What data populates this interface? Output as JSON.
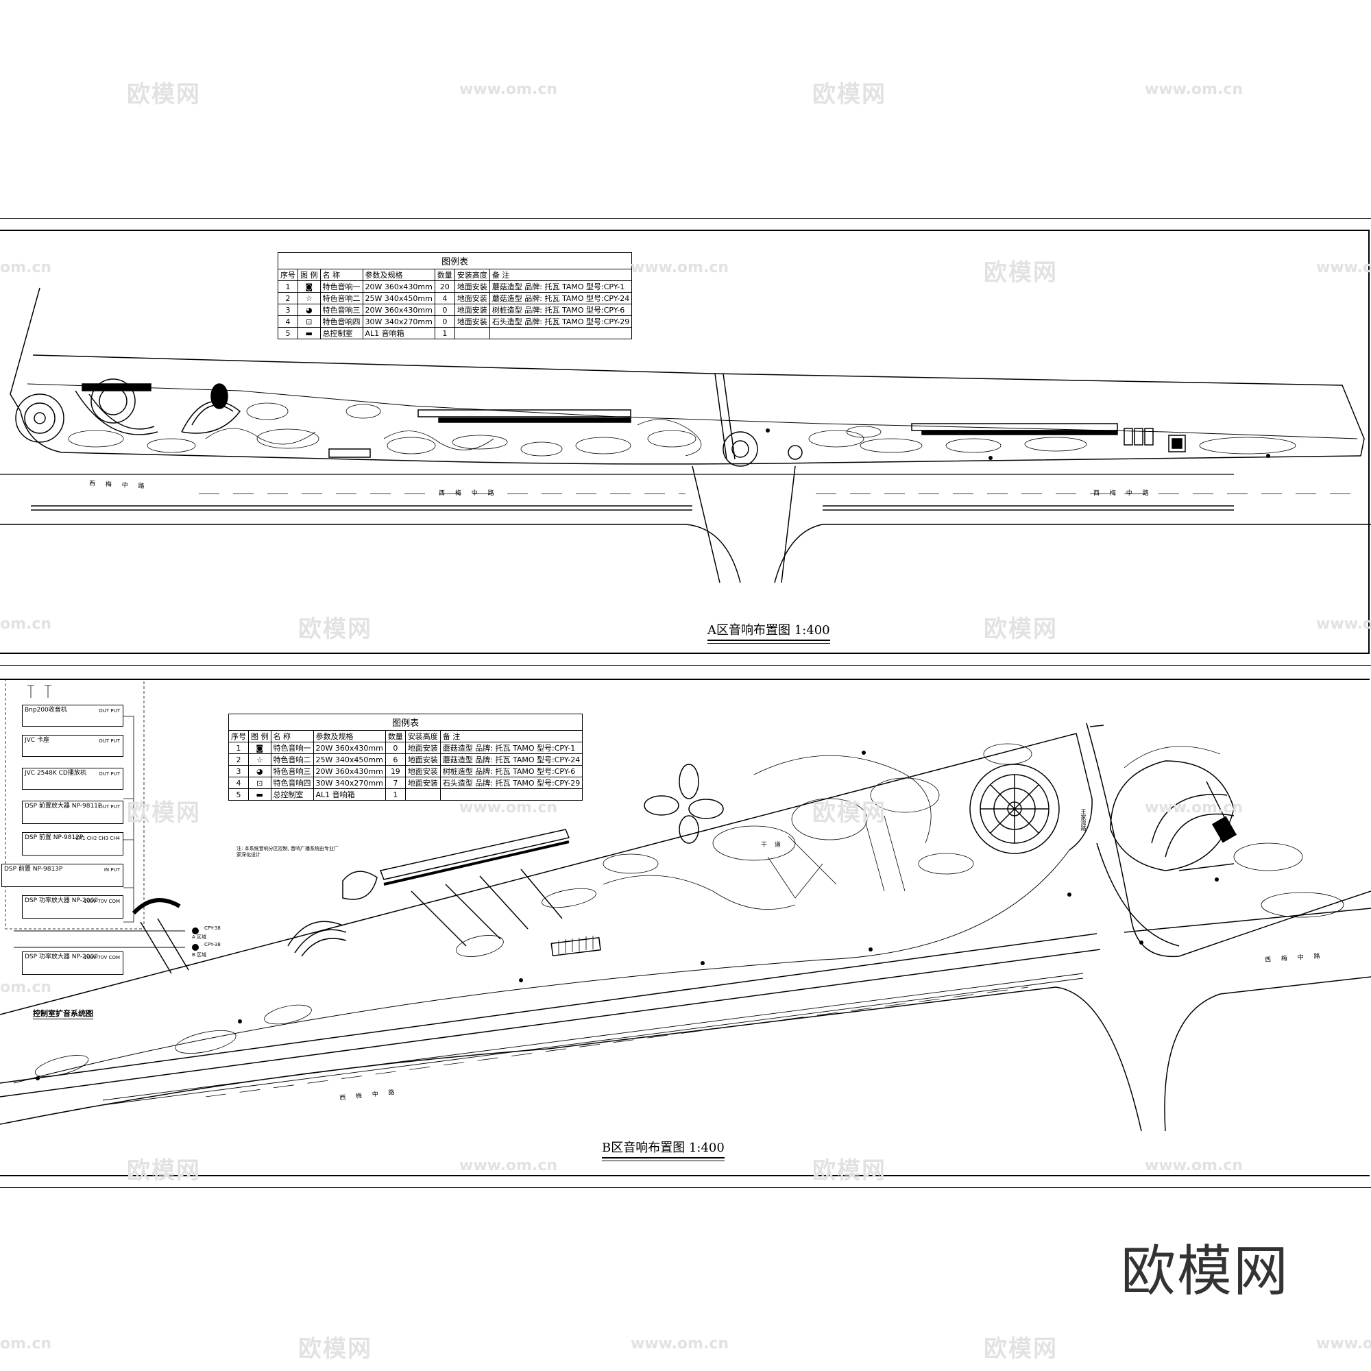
{
  "watermark": {
    "logo": "欧模网",
    "url": "www.om.cn",
    "partial_url": "om.cn"
  },
  "brand": "欧模网",
  "legend_headers": [
    "序号",
    "图 例",
    "名 称",
    "参数及规格",
    "数量",
    "安装高度",
    "备 注"
  ],
  "legend_a": {
    "caption": "图例表",
    "rows": [
      {
        "no": "1",
        "name": "特色音响一",
        "spec": "20W 360x430mm",
        "qty": "20",
        "height": "地面安装",
        "note": "蘑菇造型 品牌: 托瓦 TAMO 型号:CPY-1"
      },
      {
        "no": "2",
        "name": "特色音响二",
        "spec": "25W 340x450mm",
        "qty": "4",
        "height": "地面安装",
        "note": "蘑菇造型 品牌: 托瓦 TAMO 型号:CPY-24"
      },
      {
        "no": "3",
        "name": "特色音响三",
        "spec": "20W 360x430mm",
        "qty": "0",
        "height": "地面安装",
        "note": "树桩造型 品牌: 托瓦 TAMO 型号:CPY-6"
      },
      {
        "no": "4",
        "name": "特色音响四",
        "spec": "30W 340x270mm",
        "qty": "0",
        "height": "地面安装",
        "note": "石头造型 品牌: 托瓦 TAMO 型号:CPY-29"
      },
      {
        "no": "5",
        "name": "总控制室",
        "spec": "AL1 音响箱",
        "qty": "1",
        "height": "",
        "note": ""
      }
    ]
  },
  "legend_b": {
    "caption": "图例表",
    "rows": [
      {
        "no": "1",
        "name": "特色音响一",
        "spec": "20W 360x430mm",
        "qty": "0",
        "height": "地面安装",
        "note": "蘑菇造型 品牌: 托瓦 TAMO 型号:CPY-1"
      },
      {
        "no": "2",
        "name": "特色音响二",
        "spec": "25W 340x450mm",
        "qty": "6",
        "height": "地面安装",
        "note": "蘑菇造型 品牌: 托瓦 TAMO 型号:CPY-24"
      },
      {
        "no": "3",
        "name": "特色音响三",
        "spec": "20W 360x430mm",
        "qty": "19",
        "height": "地面安装",
        "note": "树桩造型 品牌: 托瓦 TAMO 型号:CPY-6"
      },
      {
        "no": "4",
        "name": "特色音响四",
        "spec": "30W 340x270mm",
        "qty": "7",
        "height": "地面安装",
        "note": "石头造型 品牌: 托瓦 TAMO 型号:CPY-29"
      },
      {
        "no": "5",
        "name": "总控制室",
        "spec": "AL1 音响箱",
        "qty": "1",
        "height": "",
        "note": ""
      }
    ]
  },
  "title_a": "A区音响布置图 1:400",
  "title_b": "B区音响布置图 1:400",
  "road_labels": {
    "main": "西 梅 中 路",
    "side": "干 道",
    "branch": "王家湾路"
  },
  "system": {
    "title": "控制室扩音系统图",
    "boxes": [
      {
        "label": "Bnp200收音机",
        "io": "OUT PUT"
      },
      {
        "label": "JVC 卡座",
        "io": "OUT PUT"
      },
      {
        "label": "JVC 2548K CD播放机",
        "io": "OUT PUT"
      },
      {
        "label": "DSP 前置放大器 NP-9811P",
        "io": "OUT PUT"
      },
      {
        "label": "DSP 前置 NP-9812P",
        "io": "CH1 CH2 CH3 CH4"
      },
      {
        "label": "DSP 前置 NP-9813P",
        "io": "IN PUT"
      },
      {
        "label": "DSP 功率放大器 NP-2000",
        "io": "100V 70V COM"
      },
      {
        "label": "DSP 功率放大器 NP-2000",
        "io": "100V 70V COM"
      }
    ],
    "zones": [
      "A 区域",
      "B 区域"
    ],
    "speaker_code": "CPY-38",
    "notes": "注: 本系统音响分区控制, 音响广播系统由专业厂家深化设计"
  },
  "colors": {
    "ink": "#000000",
    "watermark": "#e2e2e2",
    "brand": "#333333"
  }
}
